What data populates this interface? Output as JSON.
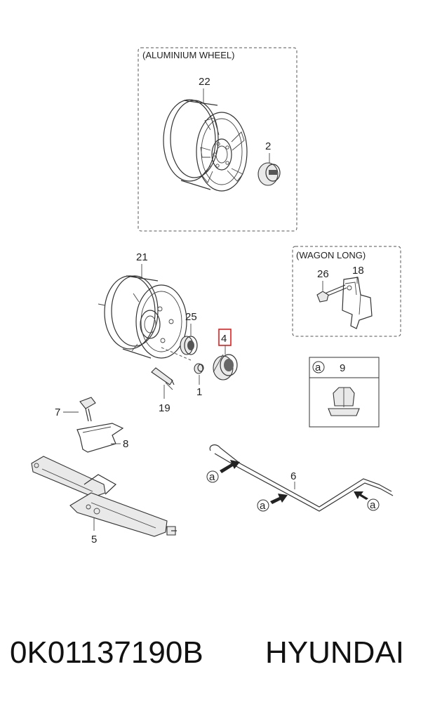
{
  "boxes": {
    "aluminium": "(ALUMINIUM WHEEL)",
    "wagon": "(WAGON LONG)"
  },
  "callouts": {
    "p22": "22",
    "p2": "2",
    "p21": "21",
    "p26": "26",
    "p18": "18",
    "p25": "25",
    "p4": "4",
    "p1": "1",
    "p19": "19",
    "p9": "9",
    "p7": "7",
    "p8": "8",
    "p6": "6",
    "p5": "5"
  },
  "markers": {
    "a": "a"
  },
  "highlight_color": "#e0201f",
  "footer": {
    "part_number": "0K01137190B",
    "brand": "HYUNDAI"
  }
}
